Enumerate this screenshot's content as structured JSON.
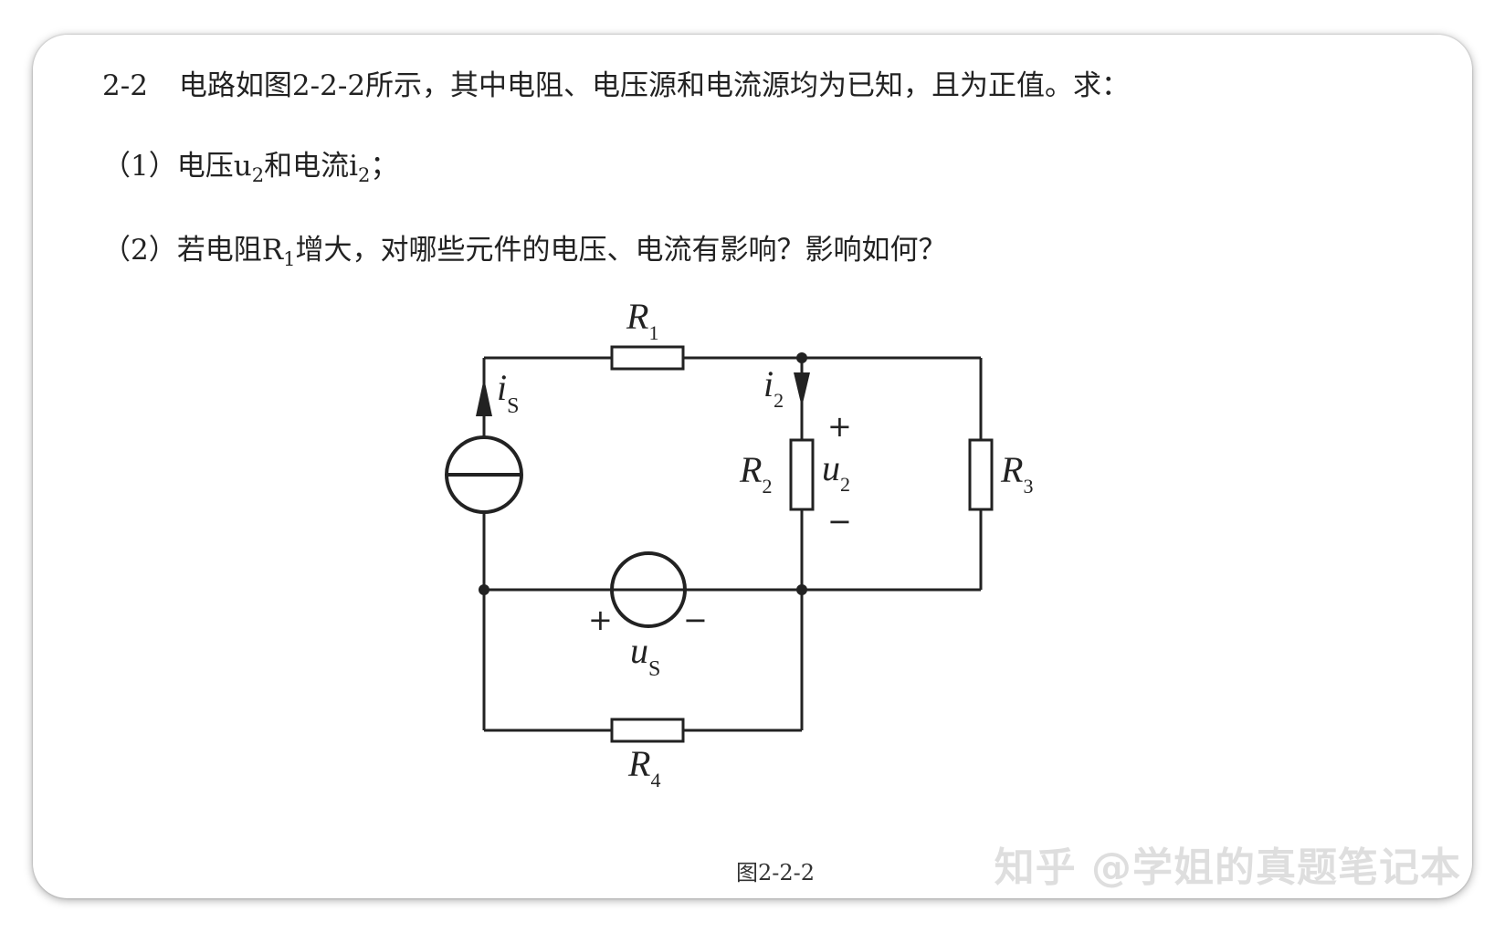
{
  "question": {
    "number": "2-2",
    "stem": "电路如图2-2-2所示，其中电阻、电压源和电流源均为已知，且为正值。求：",
    "part1": {
      "prefix": "（1）电压u",
      "sub1": "2",
      "mid": "和电流i",
      "sub2": "2",
      "suffix": "；"
    },
    "part2": {
      "prefix": "（2）若电阻R",
      "sub": "1",
      "suffix": "增大，对哪些元件的电压、电流有影响？影响如何？"
    }
  },
  "diagram": {
    "labels": {
      "r1": "R",
      "r1_sub": "1",
      "r2": "R",
      "r2_sub": "2",
      "r3": "R",
      "r3_sub": "3",
      "r4": "R",
      "r4_sub": "4",
      "is": "i",
      "is_sub": "S",
      "i2": "i",
      "i2_sub": "2",
      "u2": "u",
      "u2_sub": "2",
      "us": "u",
      "us_sub": "S",
      "u2_plus": "+",
      "u2_minus": "−",
      "us_plus": "+",
      "us_minus": "−"
    },
    "caption": "图2-2-2"
  },
  "watermark": "知乎 @学姐的真题笔记本"
}
